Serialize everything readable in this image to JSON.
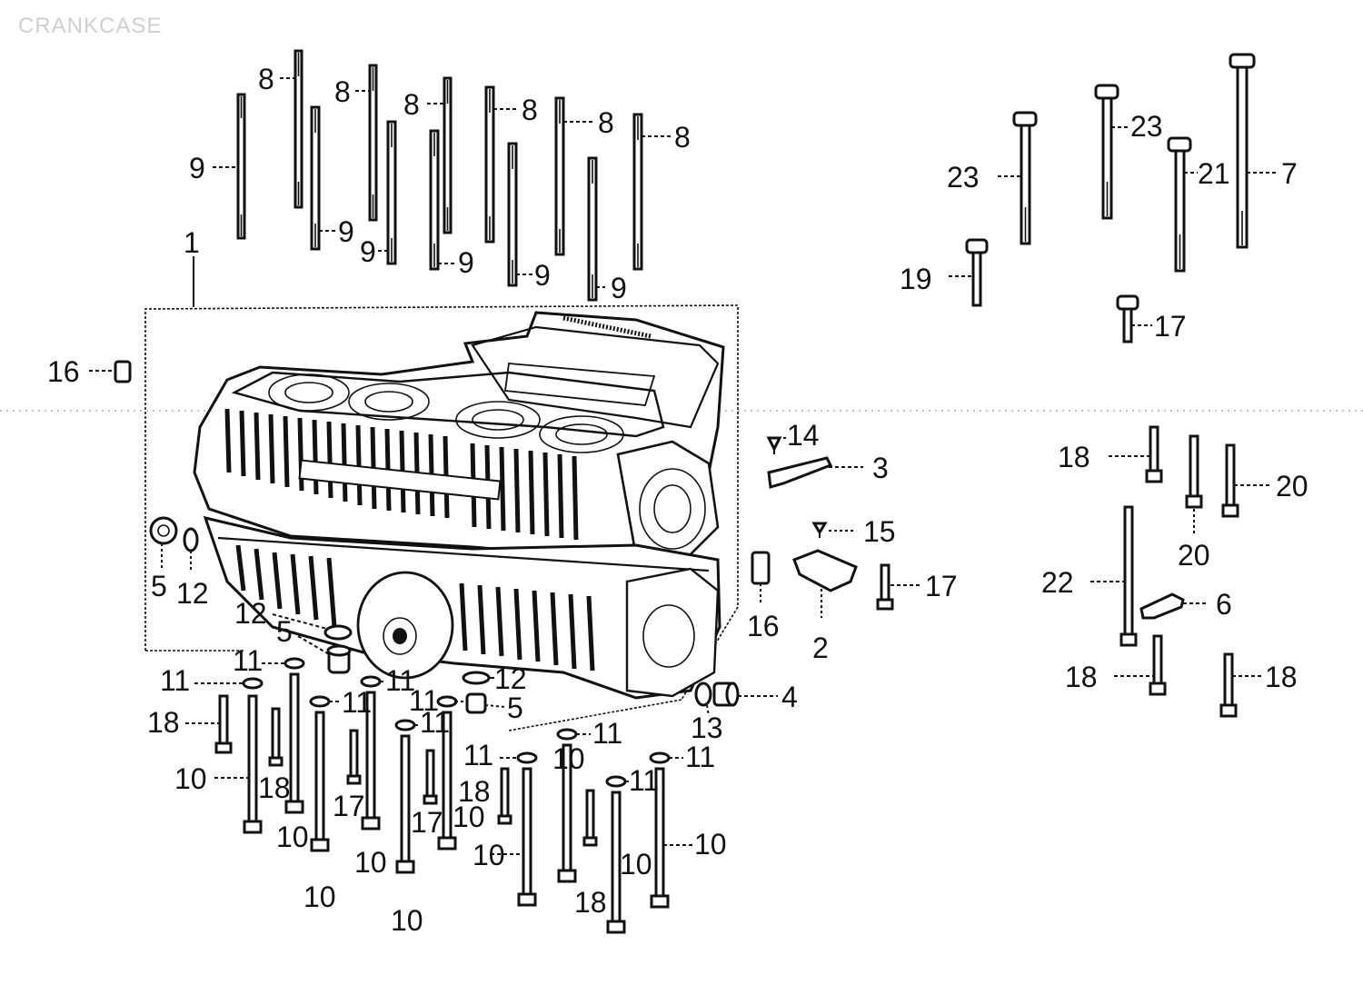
{
  "watermark": "CRANKCASE",
  "callouts": {
    "c8a": "8",
    "c8b": "8",
    "c8c": "8",
    "c8d": "8",
    "c8e": "8",
    "c8f": "8",
    "c9a": "9",
    "c9b": "9",
    "c9c": "9",
    "c9d": "9",
    "c9e": "9",
    "c9f": "9",
    "c1": "1",
    "c16a": "16",
    "c16b": "16",
    "c23a": "23",
    "c23b": "23",
    "c21": "21",
    "c7": "7",
    "c19": "19",
    "c17a": "17",
    "c14": "14",
    "c3": "3",
    "c15": "15",
    "c17b": "17",
    "c2": "2",
    "c5a": "5",
    "c12a": "12",
    "c12b": "12",
    "c5b": "5",
    "c11a": "11",
    "c11b": "11",
    "c11c": "11",
    "c11d": "11",
    "c12c": "12",
    "c5c": "5",
    "c11e": "11",
    "c11f": "11",
    "c11g": "11",
    "c11h": "11",
    "c11i": "11",
    "c11j": "11",
    "c18a": "18",
    "c10a": "10",
    "c18b": "18",
    "c10b": "10",
    "c17c": "17",
    "c10c": "10",
    "c10d": "10",
    "c10e": "10",
    "c17d": "17",
    "c10f": "10",
    "c18c": "18",
    "c10g": "10",
    "c10h": "10",
    "c10i": "10",
    "c18d": "18",
    "c10j": "10",
    "c13": "13",
    "c4": "4",
    "c18e": "18",
    "c20a": "20",
    "c20b": "20",
    "c22": "22",
    "c6": "6",
    "c18f": "18",
    "c18g": "18"
  }
}
